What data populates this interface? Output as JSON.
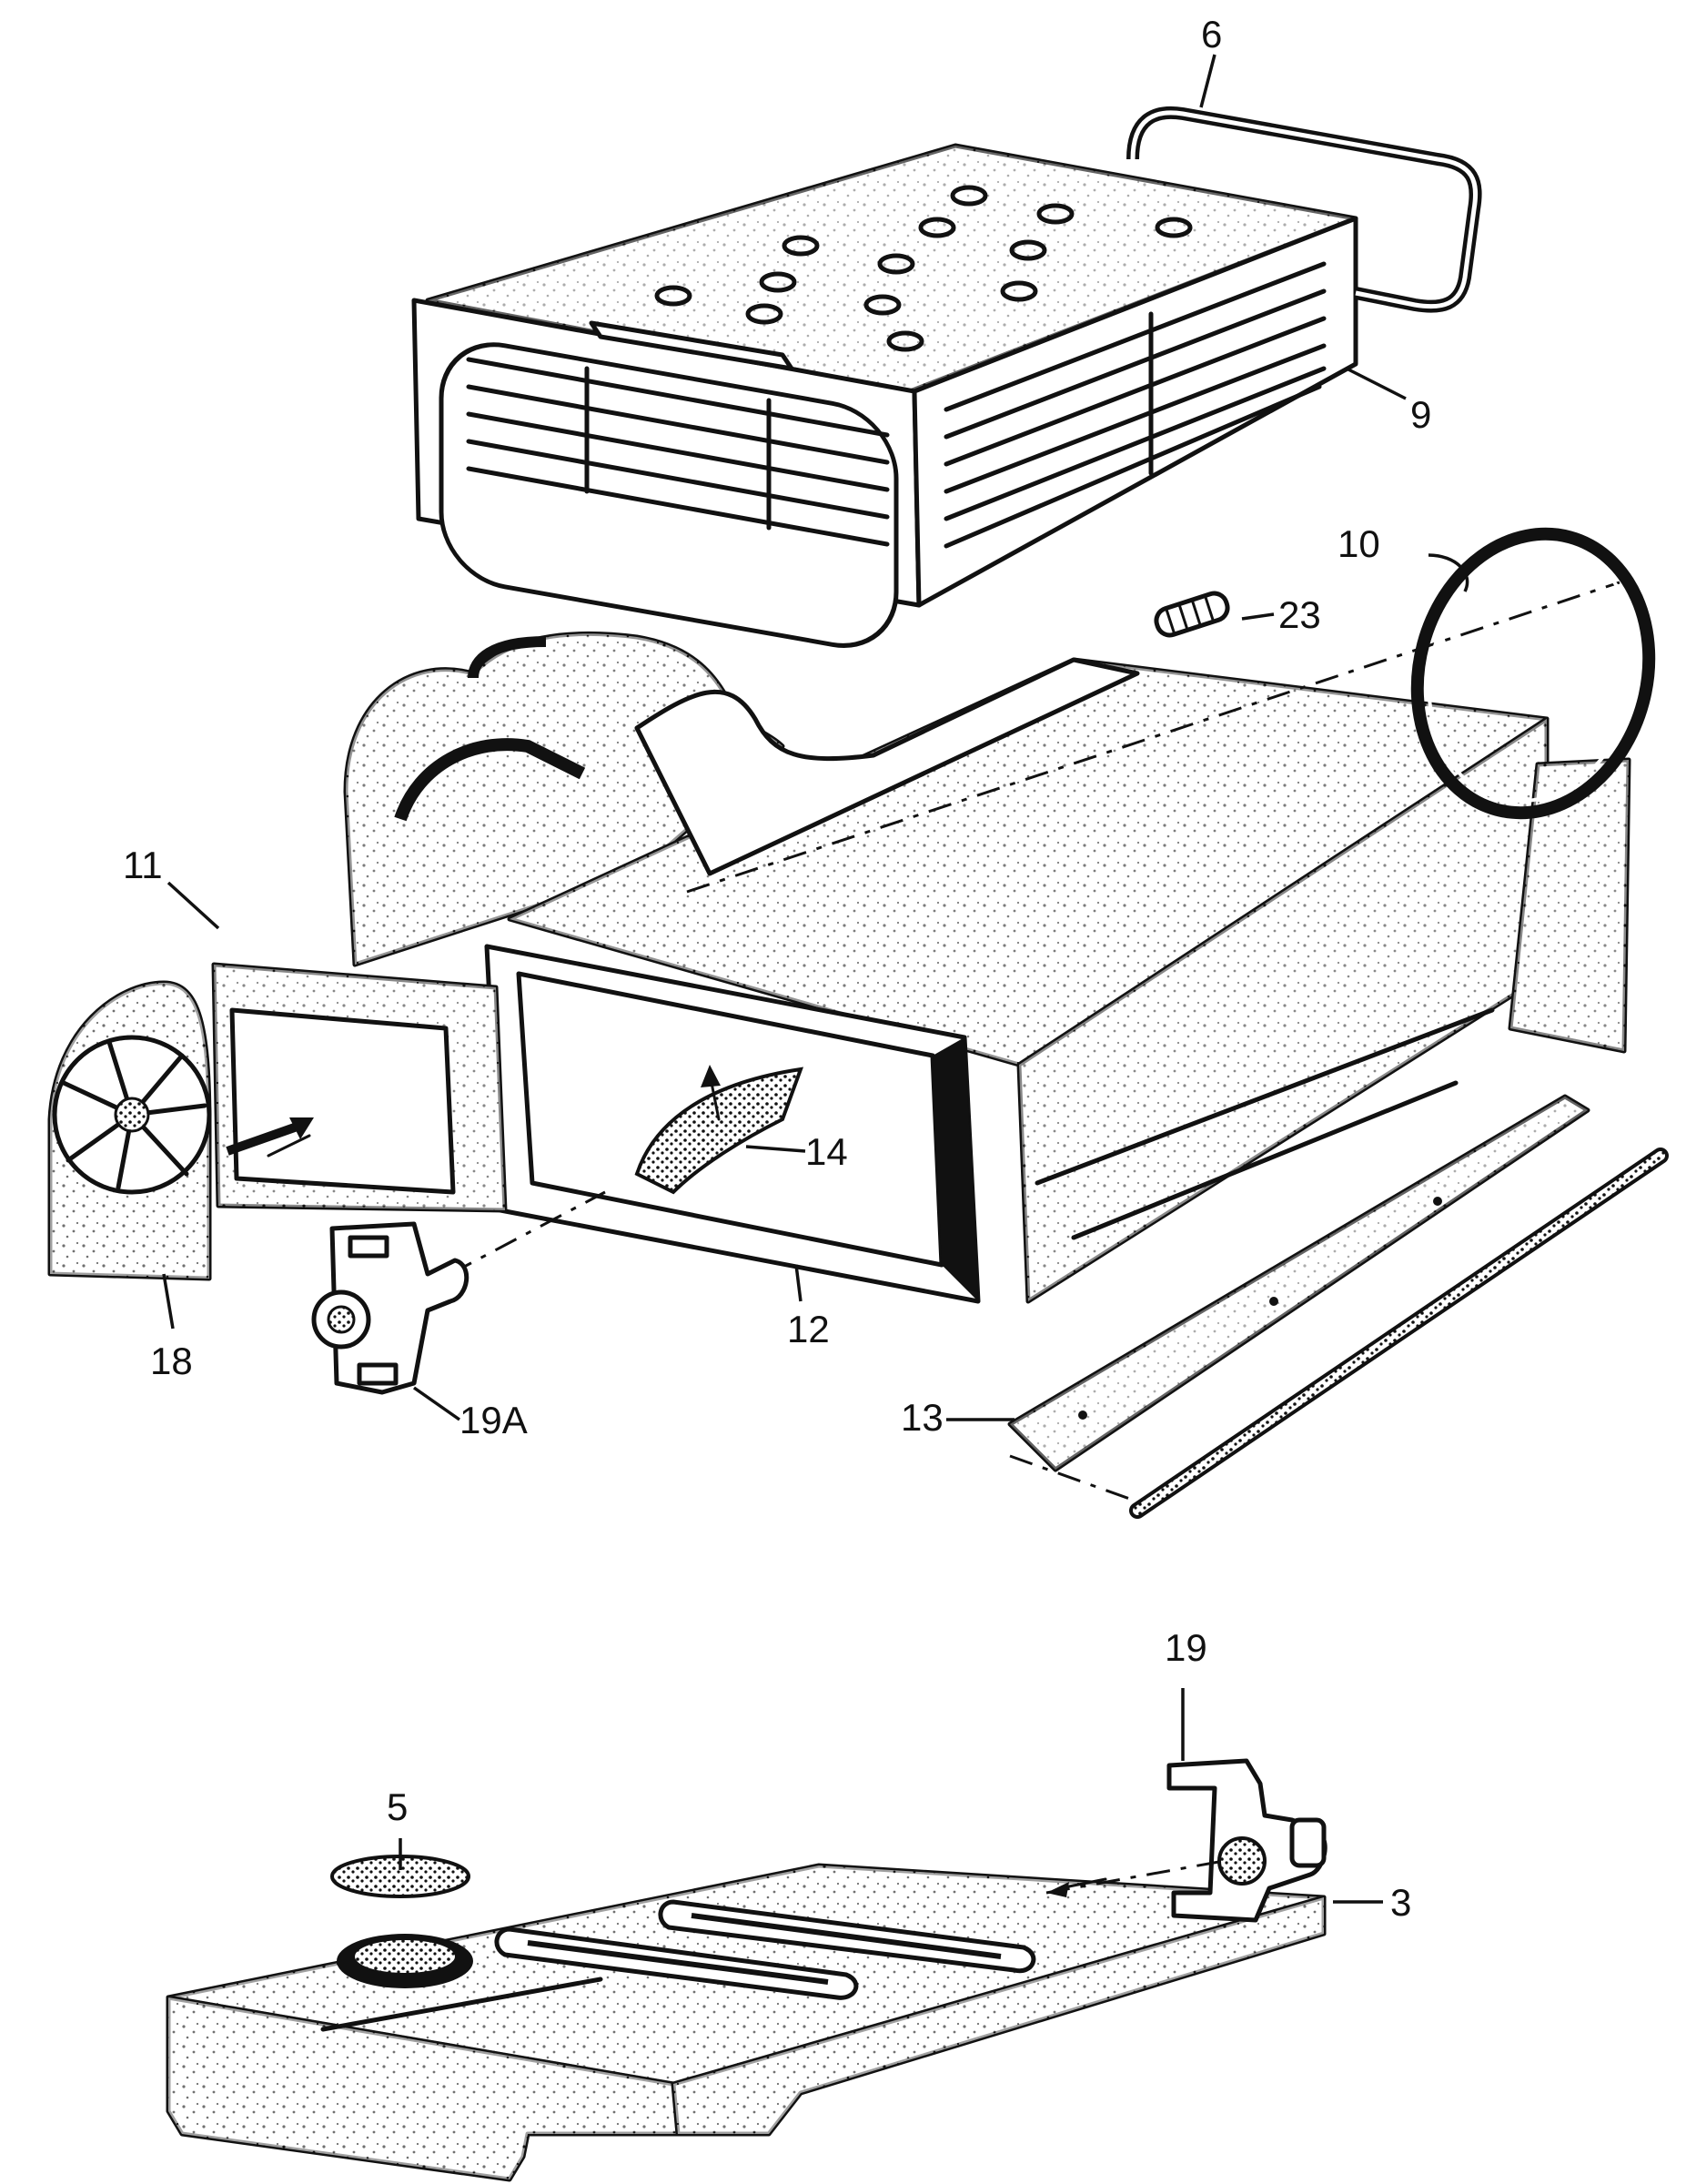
{
  "callouts": {
    "c6": "6",
    "c9": "9",
    "c10": "10",
    "c23": "23",
    "c11": "11",
    "c14": "14",
    "c18": "18",
    "c12": "12",
    "c19A": "19A",
    "c13": "13",
    "c19": "19",
    "c5": "5",
    "c3": "3"
  }
}
